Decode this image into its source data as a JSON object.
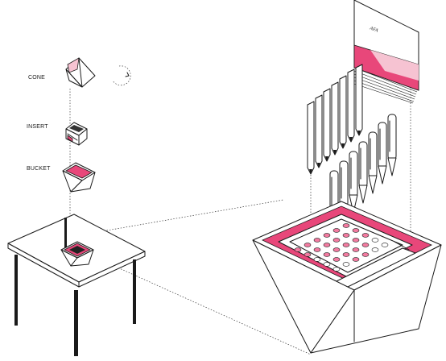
{
  "labels": {
    "cone": "CONE",
    "insert": "INSERT",
    "bucket": "BUCKET"
  },
  "card": {
    "logo_text": "AFA"
  },
  "colors": {
    "accent_pink": "#e8477a",
    "light_pink": "#f6c3d2",
    "line": "#1a1a1a"
  }
}
